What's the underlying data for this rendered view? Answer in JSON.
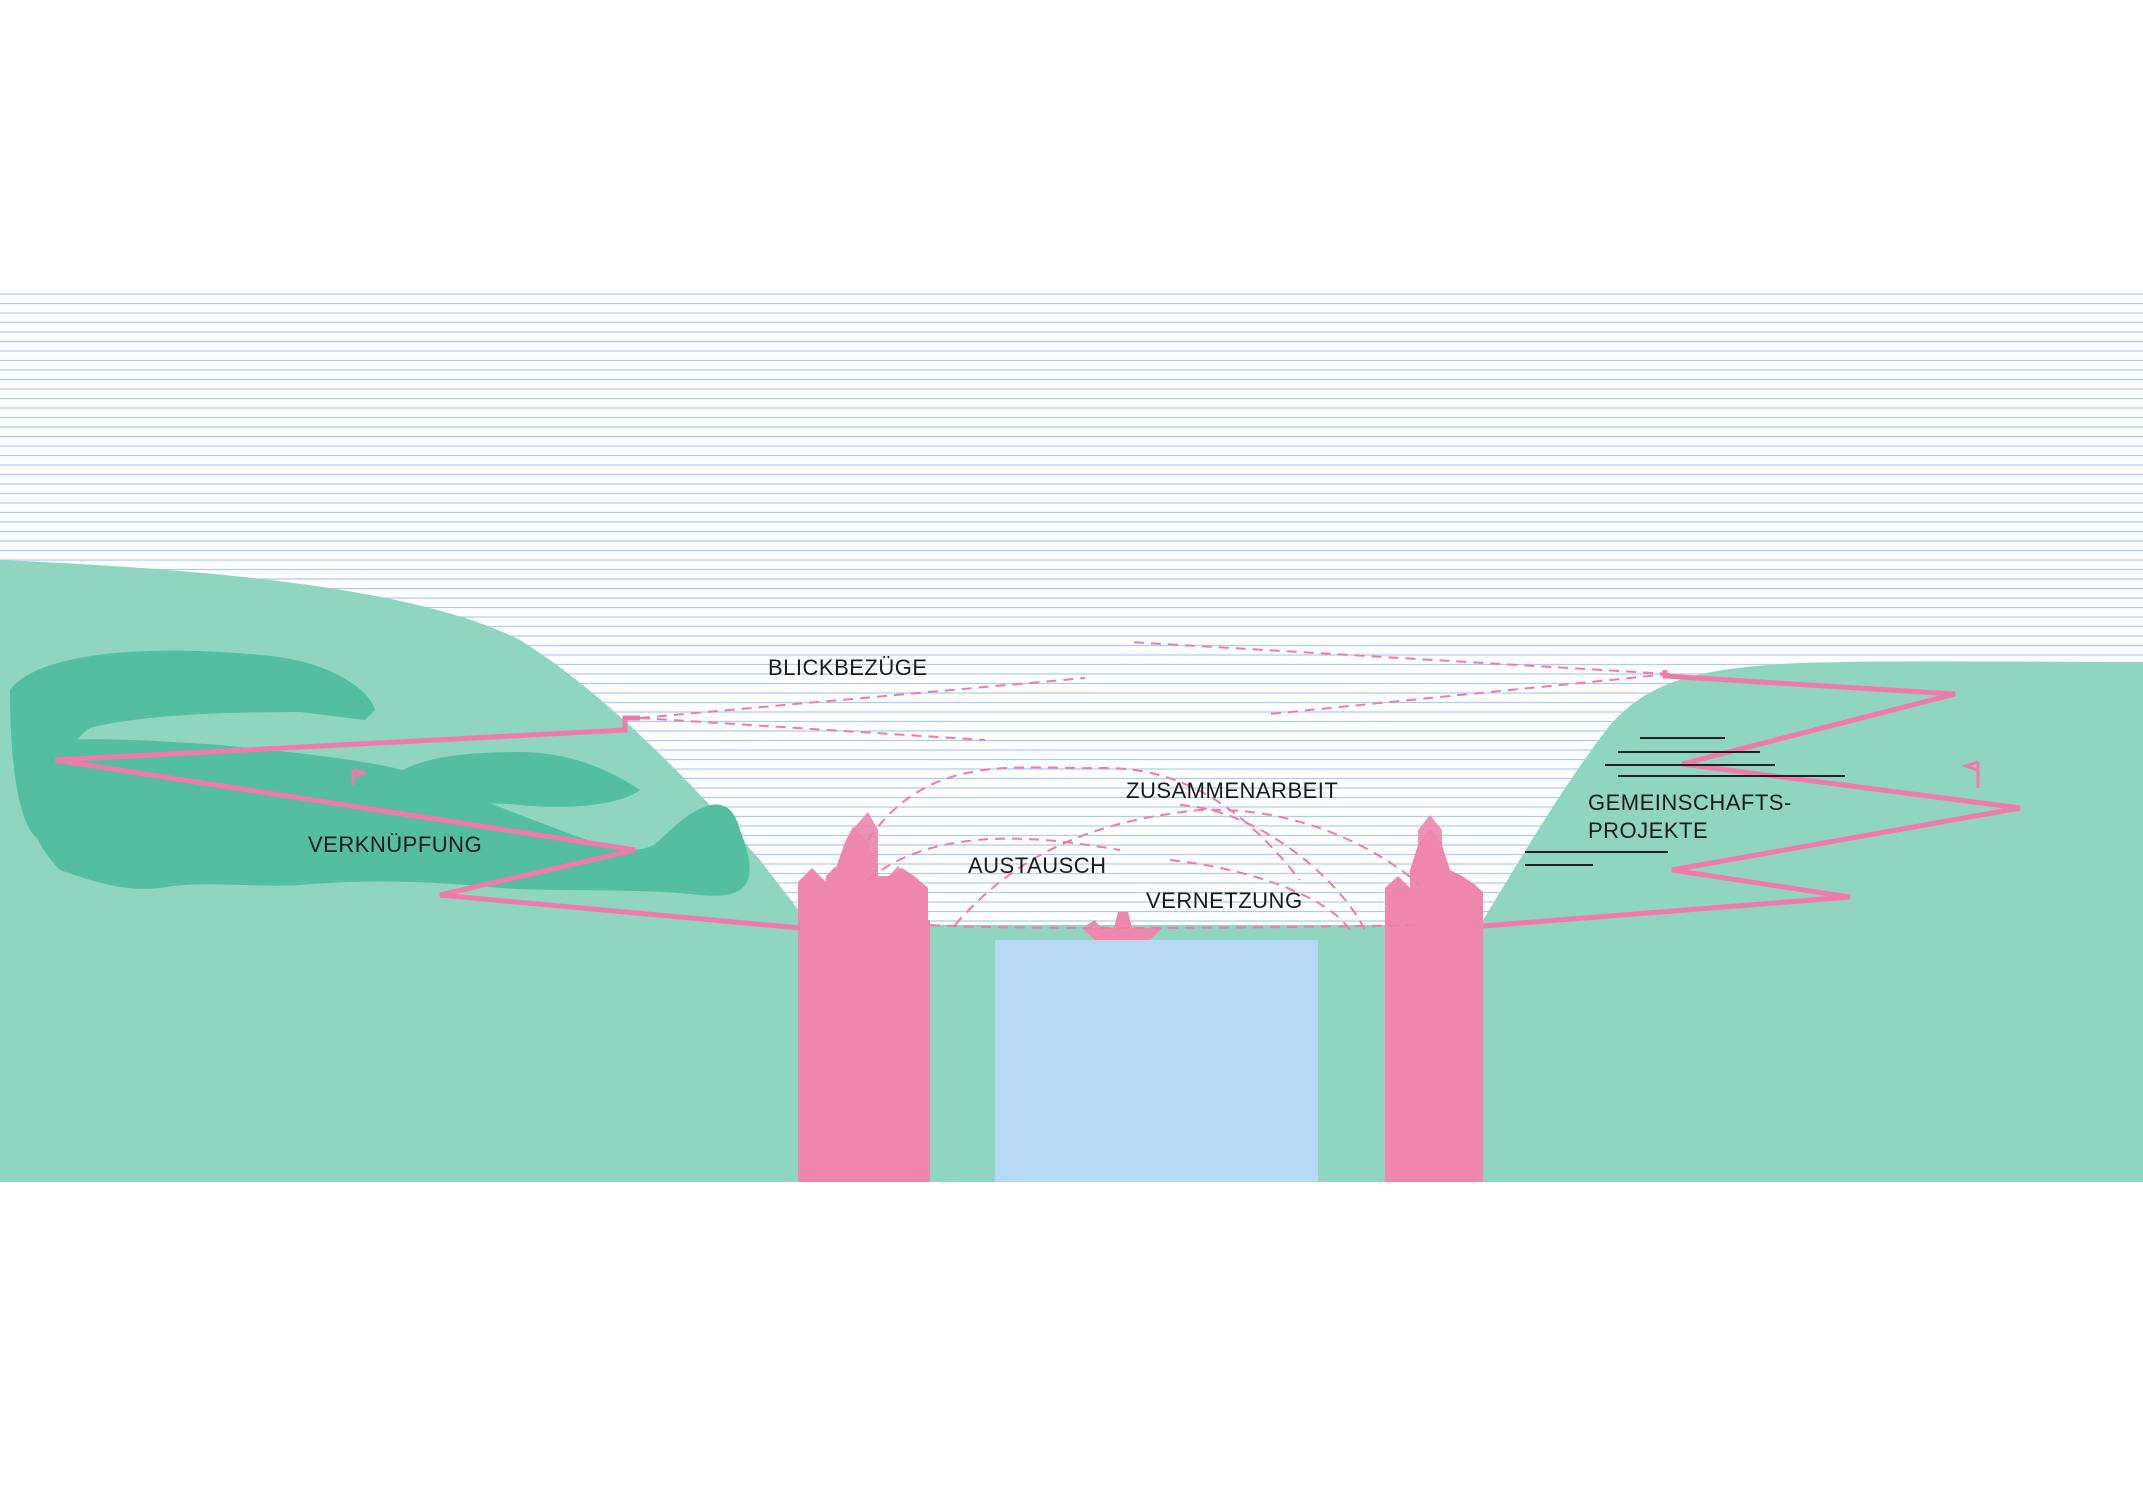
{
  "labels": {
    "blickbezuege": "BLICKBEZÜGE",
    "verknuepfung": "VERKNÜPFUNG",
    "zusammenarbeit": "ZUSAMMENARBEIT",
    "austausch": "AUSTAUSCH",
    "vernetzung": "VERNETZUNG",
    "gemeinschafts_line1": "GEMEINSCHAFTS-",
    "gemeinschafts_line2": "PROJEKTE"
  },
  "colors": {
    "sky_lines": "#a9cdf3",
    "hill_light": "#8fd5bf",
    "hill_dark": "#54bea0",
    "ground": "#8fd5bf",
    "water": "#b7d9f6",
    "tower": "#ee86ad",
    "path": "#f27aab",
    "dashes": "#f07aae",
    "text": "#1a1a1a",
    "ticks": "#222222"
  },
  "icons": {
    "tower_left": "castle-tower-icon",
    "tower_right": "castle-tower-icon",
    "boat": "boat-icon",
    "flag_left": "flag-icon",
    "flag_right": "flag-icon"
  }
}
